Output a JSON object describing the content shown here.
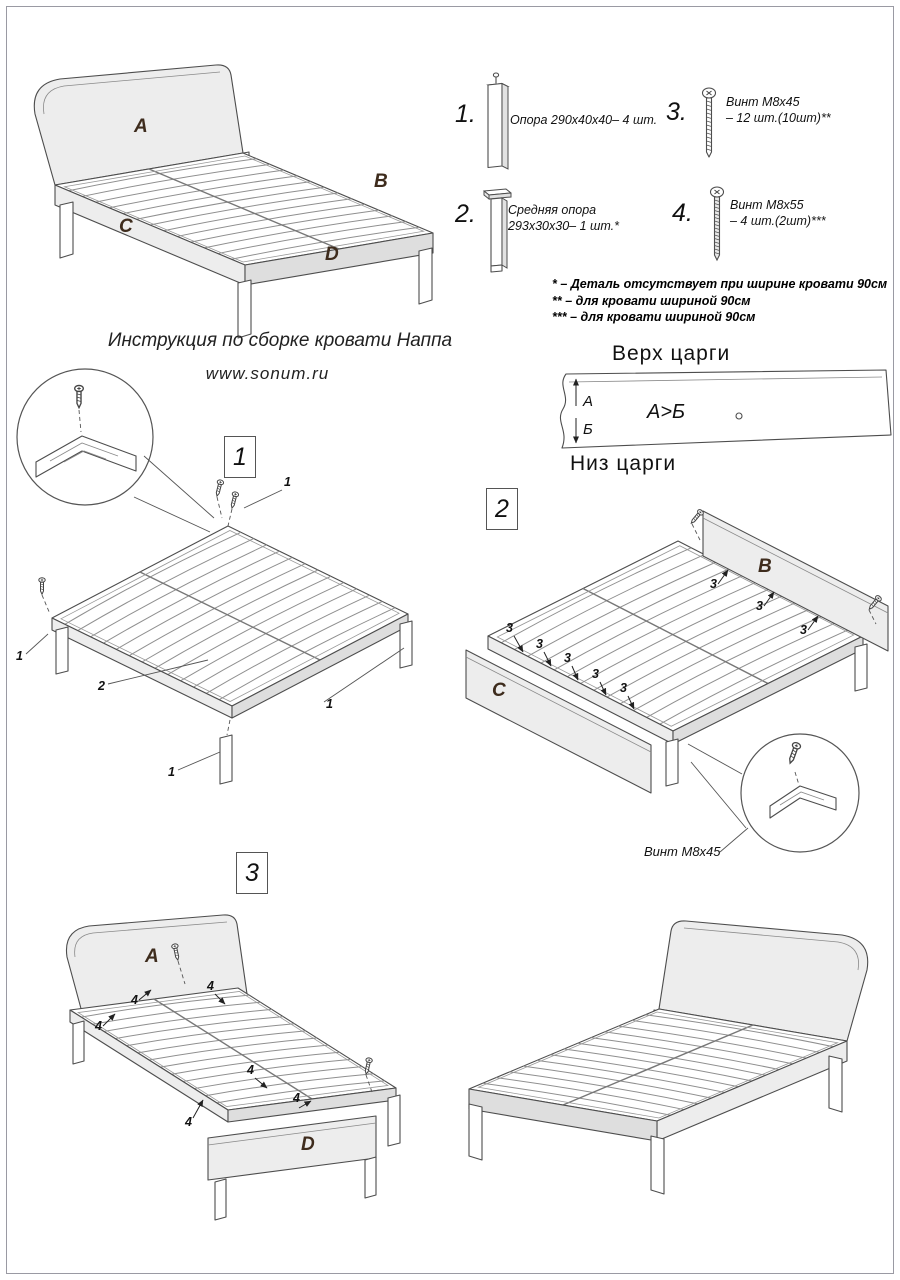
{
  "header": {
    "title": "Инструкция по сборке кровати Наппа",
    "website": "www.sonum.ru"
  },
  "parts": {
    "p1": {
      "num": "1.",
      "line1": "Опора 290x40x40– 4 шт."
    },
    "p2": {
      "num": "2.",
      "line1": "Средняя опора",
      "line2": "293х30х30– 1 шт.*"
    },
    "p3": {
      "num": "3.",
      "line1": "Винт М8х45",
      "line2": "– 12 шт.(10шт)**"
    },
    "p4": {
      "num": "4.",
      "line1": "Винт М8х55",
      "line2": "– 4 шт.(2шт)***"
    }
  },
  "notes": {
    "n1": "* – Деталь отсутствует при ширине кровати 90см",
    "n2": "** – для кровати шириной 90см",
    "n3": "*** – для кровати шириной 90см"
  },
  "tsarga": {
    "top": "Верх царги",
    "bottom": "Низ царги",
    "dim_a": "А",
    "dim_b": "Б",
    "relation": "А>Б"
  },
  "bed_labels": {
    "a": "A",
    "b": "B",
    "c": "C",
    "d": "D"
  },
  "steps": {
    "s1": "1",
    "s2": "2",
    "s3": "3"
  },
  "marks": {
    "m1": "1",
    "m2": "2",
    "m3": "3",
    "m4": "4"
  },
  "callouts": {
    "screw_m8x45": "Винт М8х45"
  },
  "icons": {
    "part1": "leg-icon",
    "part2": "middle-leg-icon",
    "part3": "screw-icon",
    "part4": "screw-icon"
  }
}
